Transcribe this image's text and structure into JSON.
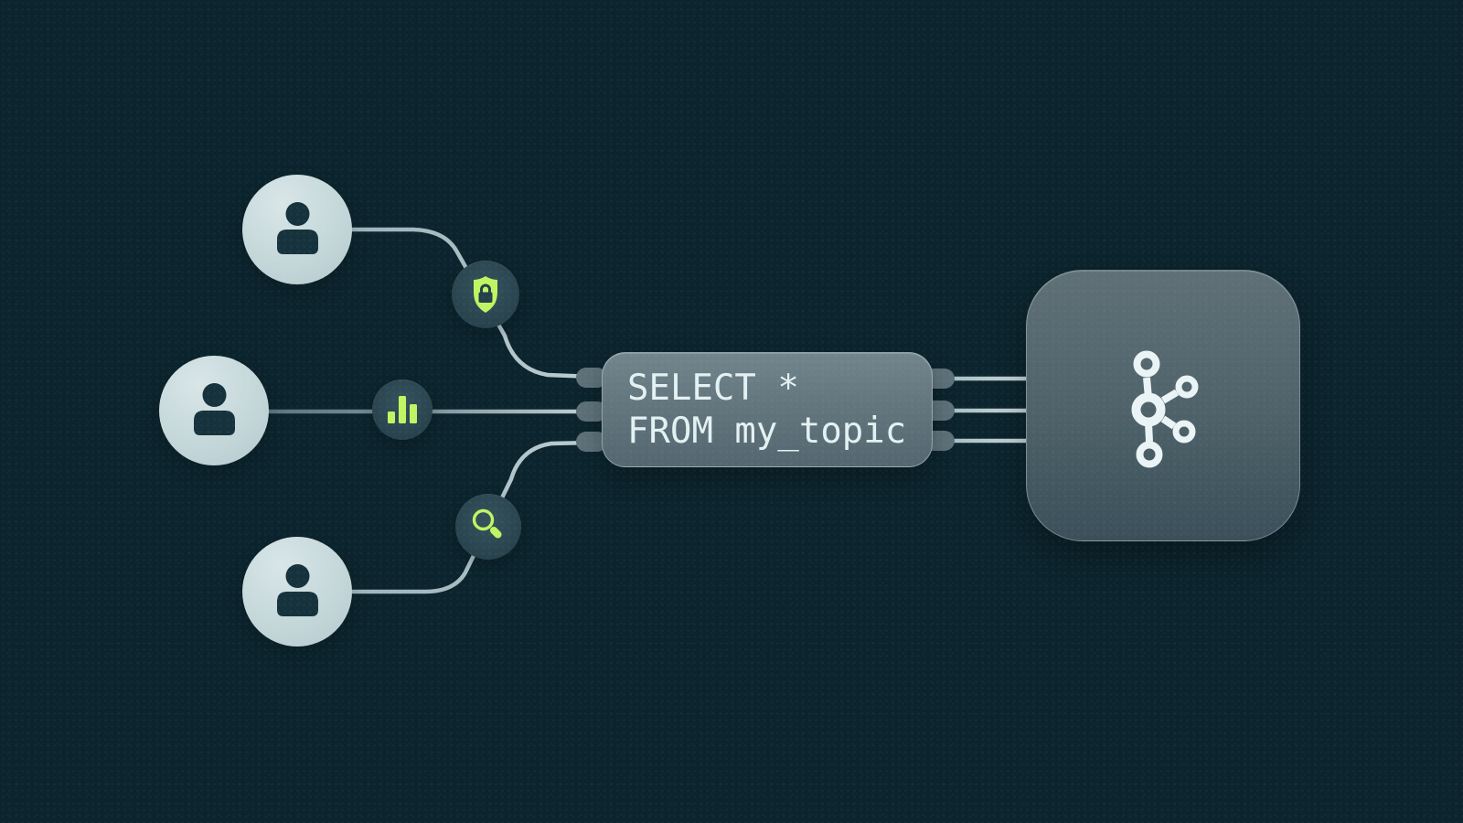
{
  "diagram": {
    "kind": "stream-processing-illustration",
    "query_node": {
      "line1": "SELECT *",
      "line2": "FROM my_topic"
    },
    "sources": [
      {
        "icon": "user-icon"
      },
      {
        "icon": "user-icon"
      },
      {
        "icon": "user-icon"
      }
    ],
    "badges": [
      {
        "icon": "shield-lock-icon"
      },
      {
        "icon": "bar-chart-icon"
      },
      {
        "icon": "search-icon"
      }
    ],
    "target": {
      "icon": "kafka-logo"
    }
  },
  "colors": {
    "accent": "#c1f462",
    "bg": "#14343e",
    "line-light": "#b9cbd0",
    "line-dark": "#5f777f",
    "box-fill": "#5d7077",
    "stub": "#5e7179",
    "ink": "#16323c",
    "badge-dark": "#24404a",
    "logo": "#eaf3f5",
    "text": "#e4f1f3"
  }
}
